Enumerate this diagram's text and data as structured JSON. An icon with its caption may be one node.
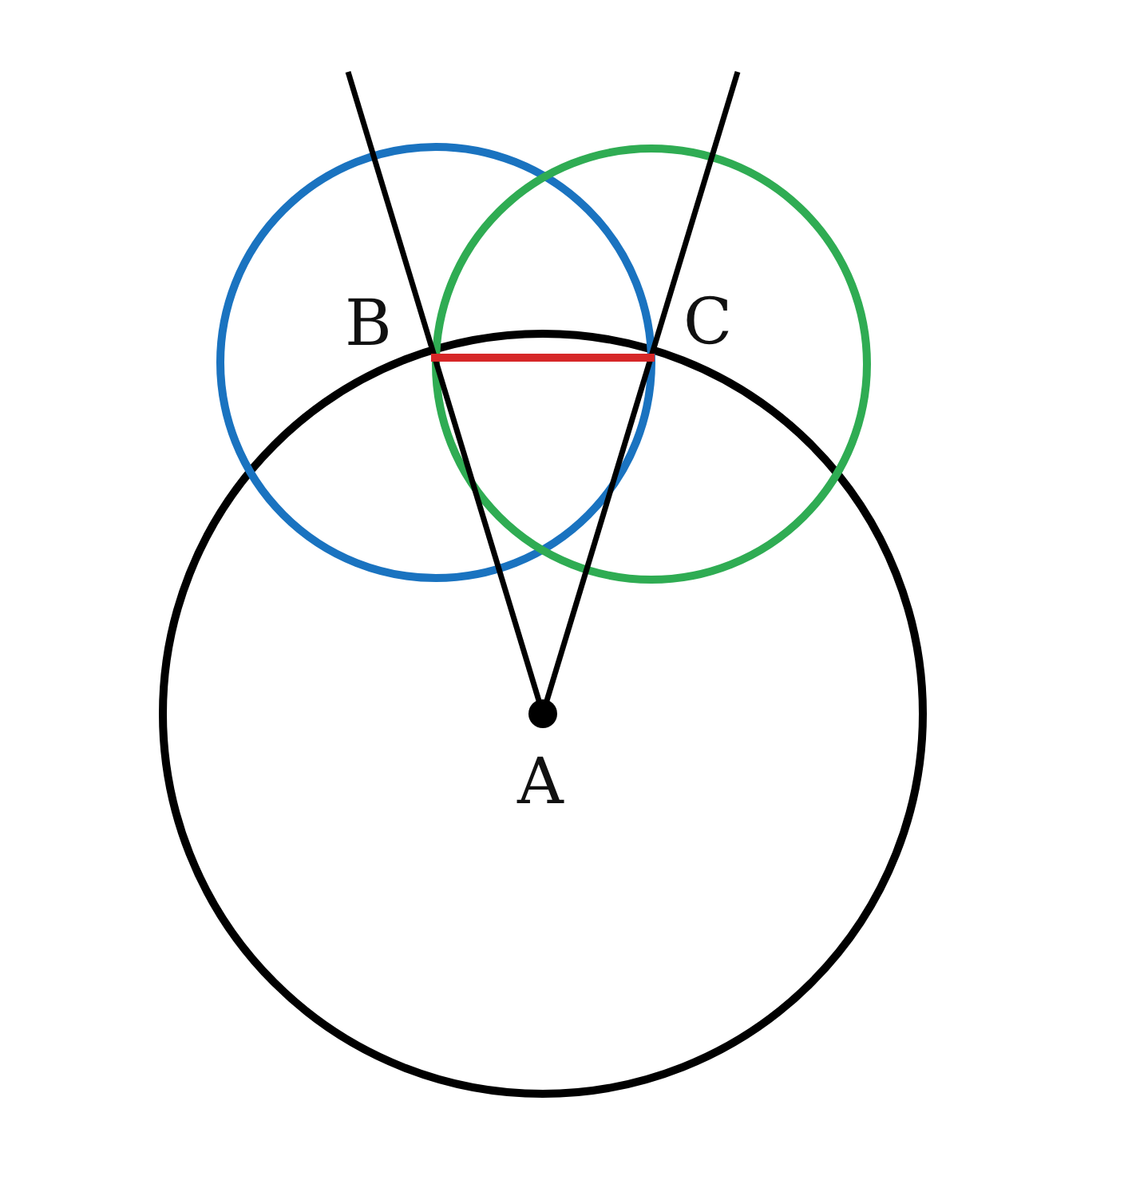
{
  "diagram": {
    "labels": [
      "B",
      "C",
      "A"
    ]
  }
}
